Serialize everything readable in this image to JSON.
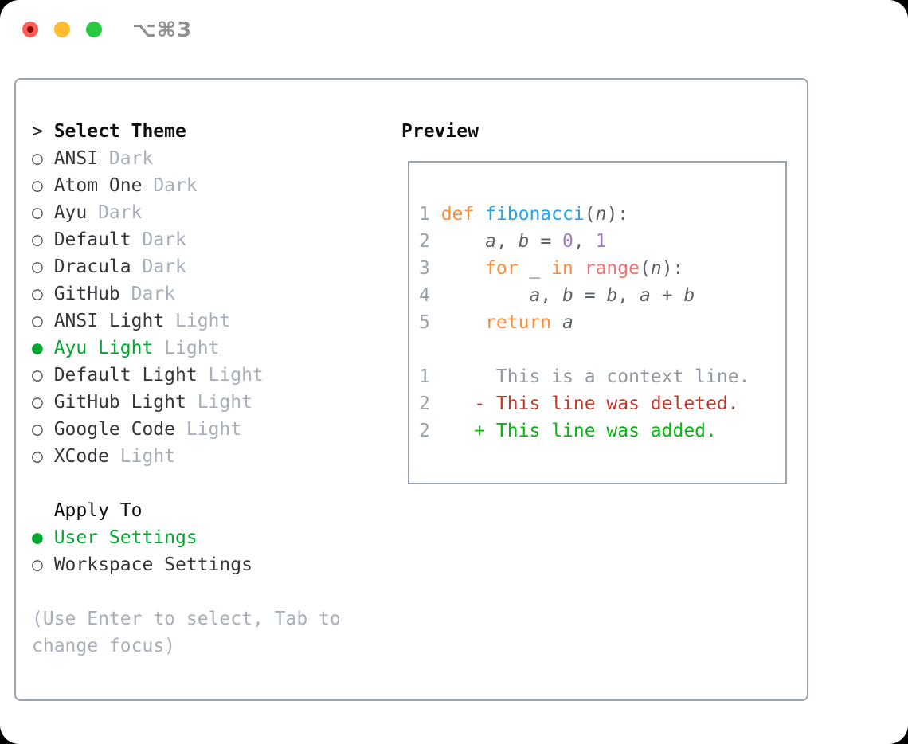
{
  "window": {
    "title": "⌥⌘3",
    "controls": {
      "close": "close-button",
      "minimize": "minimize-button",
      "maximize": "maximize-button"
    }
  },
  "sidebar": {
    "header": {
      "prompt": ">",
      "label": "Select Theme"
    },
    "radio_selected": "●",
    "radio_unselected": "○",
    "themes": [
      {
        "name": "ANSI",
        "variant": "Dark",
        "selected": false
      },
      {
        "name": "Atom One",
        "variant": "Dark",
        "selected": false
      },
      {
        "name": "Ayu",
        "variant": "Dark",
        "selected": false
      },
      {
        "name": "Default",
        "variant": "Dark",
        "selected": false
      },
      {
        "name": "Dracula",
        "variant": "Dark",
        "selected": false
      },
      {
        "name": "GitHub",
        "variant": "Dark",
        "selected": false
      },
      {
        "name": "ANSI Light",
        "variant": "Light",
        "selected": false
      },
      {
        "name": "Ayu Light",
        "variant": "Light",
        "selected": true
      },
      {
        "name": "Default Light",
        "variant": "Light",
        "selected": false
      },
      {
        "name": "GitHub Light",
        "variant": "Light",
        "selected": false
      },
      {
        "name": "Google Code",
        "variant": "Light",
        "selected": false
      },
      {
        "name": "XCode",
        "variant": "Light",
        "selected": false
      }
    ],
    "apply_to": {
      "label": "Apply To",
      "options": [
        {
          "name": "User Settings",
          "selected": true
        },
        {
          "name": "Workspace Settings",
          "selected": false
        }
      ]
    },
    "help": "(Use Enter to select, Tab to change focus)"
  },
  "preview": {
    "header": "Preview",
    "lines": [
      {
        "num": "1",
        "segs": [
          {
            "t": "def",
            "c": "kw"
          },
          {
            "t": " ",
            "c": "txt"
          },
          {
            "t": "fibonacci",
            "c": "fn"
          },
          {
            "t": "(",
            "c": "txt"
          },
          {
            "t": "n",
            "c": "var"
          },
          {
            "t": "):",
            "c": "txt"
          }
        ]
      },
      {
        "num": "2",
        "segs": [
          {
            "t": "    ",
            "c": "txt"
          },
          {
            "t": "a",
            "c": "var"
          },
          {
            "t": ", ",
            "c": "txt"
          },
          {
            "t": "b",
            "c": "var"
          },
          {
            "t": " = ",
            "c": "txt"
          },
          {
            "t": "0",
            "c": "num"
          },
          {
            "t": ", ",
            "c": "txt"
          },
          {
            "t": "1",
            "c": "num"
          }
        ]
      },
      {
        "num": "3",
        "segs": [
          {
            "t": "    ",
            "c": "txt"
          },
          {
            "t": "for",
            "c": "kw"
          },
          {
            "t": " _ ",
            "c": "txt"
          },
          {
            "t": "in",
            "c": "kw"
          },
          {
            "t": " ",
            "c": "txt"
          },
          {
            "t": "range",
            "c": "rng"
          },
          {
            "t": "(",
            "c": "txt"
          },
          {
            "t": "n",
            "c": "var"
          },
          {
            "t": "):",
            "c": "txt"
          }
        ]
      },
      {
        "num": "4",
        "segs": [
          {
            "t": "        ",
            "c": "txt"
          },
          {
            "t": "a",
            "c": "var"
          },
          {
            "t": ", ",
            "c": "txt"
          },
          {
            "t": "b",
            "c": "var"
          },
          {
            "t": " = ",
            "c": "txt"
          },
          {
            "t": "b",
            "c": "var"
          },
          {
            "t": ", ",
            "c": "txt"
          },
          {
            "t": "a",
            "c": "var"
          },
          {
            "t": " + ",
            "c": "txt"
          },
          {
            "t": "b",
            "c": "var"
          }
        ]
      },
      {
        "num": "5",
        "segs": [
          {
            "t": "    ",
            "c": "txt"
          },
          {
            "t": "return",
            "c": "kw"
          },
          {
            "t": " ",
            "c": "txt"
          },
          {
            "t": "a",
            "c": "var"
          }
        ]
      },
      {
        "num": "",
        "segs": []
      },
      {
        "num": "1",
        "segs": [
          {
            "t": "     This is a context line.",
            "c": "ctx"
          }
        ]
      },
      {
        "num": "2",
        "segs": [
          {
            "t": "   ",
            "c": "txt"
          },
          {
            "t": "- This line was deleted.",
            "c": "del"
          }
        ]
      },
      {
        "num": "2",
        "segs": [
          {
            "t": "   ",
            "c": "txt"
          },
          {
            "t": "+ This line was added.",
            "c": "add"
          }
        ]
      }
    ]
  },
  "colors": {
    "selection_green": "#00a82f",
    "added_green": "#0ab412",
    "deleted_red": "#c0392b",
    "keyword_orange": "#fa8d3e",
    "function_blue": "#2aa3e8",
    "number_purple": "#a37acc",
    "builtin_coral": "#f07171",
    "code_text": "#5c6166",
    "gutter_gray": "#98a2ac",
    "muted_gray": "#a6afba",
    "panel_border": "#9aa3ae",
    "traffic_red": "#ff5f57",
    "traffic_yellow": "#febc2e",
    "traffic_green": "#28c840"
  }
}
